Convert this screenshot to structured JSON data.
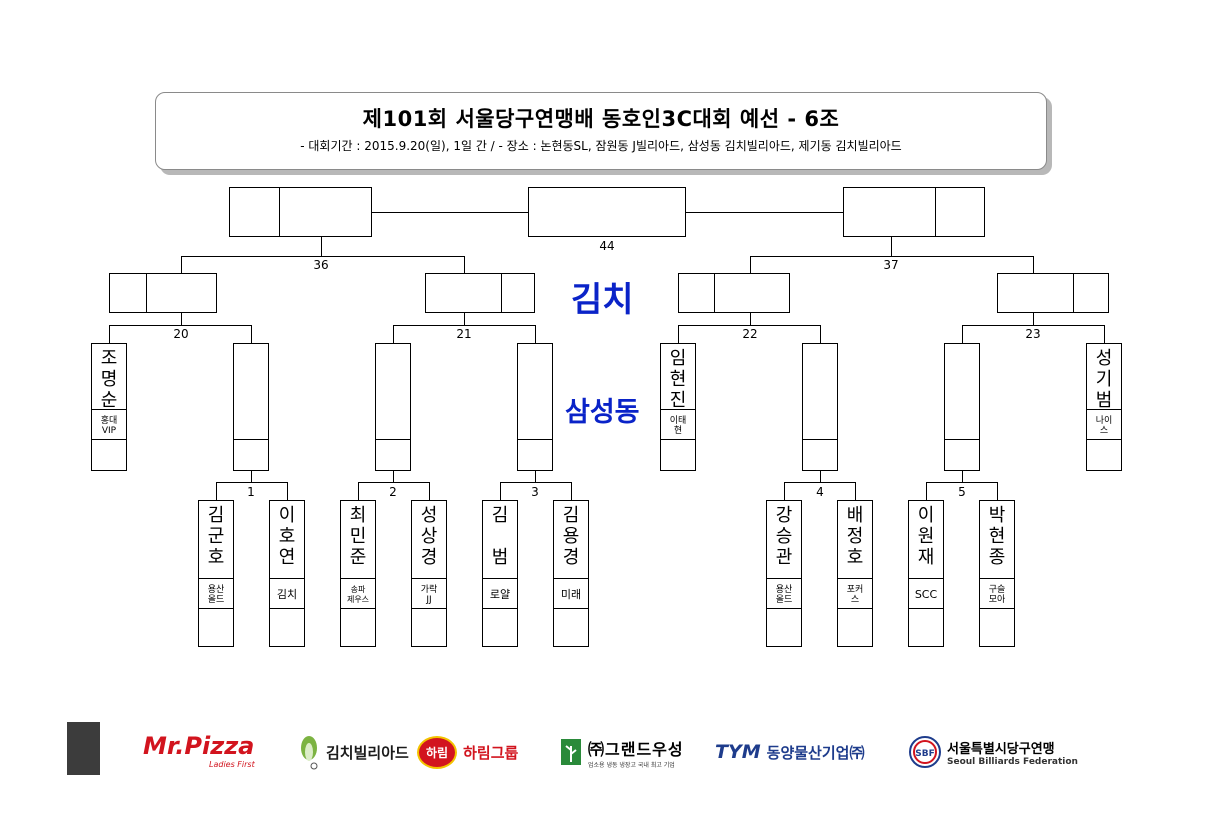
{
  "header": {
    "title": "제101회 서울당구연맹배 동호인3C대회 예선 - 6조",
    "subtitle": "- 대회기간 : 2015.9.20(일), 1일 간 / - 장소 : 논현동SL, 잠원동 J빌리아드, 삼성동 김치빌리아드, 제기동 김치빌리아드"
  },
  "venues": {
    "kimchi": "김치",
    "samseong": "삼성동"
  },
  "match_numbers": {
    "m1": "1",
    "m2": "2",
    "m3": "3",
    "m4": "4",
    "m5": "5",
    "m20": "20",
    "m21": "21",
    "m22": "22",
    "m23": "23",
    "m36": "36",
    "m37": "37",
    "m44": "44"
  },
  "players": [
    {
      "name": "조\n명\n순",
      "club": "홍대\nVIP"
    },
    {
      "name": "",
      "club": ""
    },
    {
      "name": "",
      "club": ""
    },
    {
      "name": "",
      "club": ""
    },
    {
      "name": "임\n현\n진",
      "club": "이태\n현"
    },
    {
      "name": "",
      "club": ""
    },
    {
      "name": "",
      "club": ""
    },
    {
      "name": "성\n기\n범",
      "club": "나이\n스"
    },
    {
      "name": "김\n군\n호",
      "club": "용산\n올드"
    },
    {
      "name": "이\n호\n연",
      "club": "김치"
    },
    {
      "name": "최\n민\n준",
      "club": "송파\n제우스"
    },
    {
      "name": "성\n상\n경",
      "club": "가락\nJJ"
    },
    {
      "name": "김\n\n범",
      "club": "로얄"
    },
    {
      "name": "김\n용\n경",
      "club": "미래"
    },
    {
      "name": "강\n승\n관",
      "club": "용산\n올드"
    },
    {
      "name": "배\n정\n호",
      "club": "포커\n스"
    },
    {
      "name": "이\n원\n재",
      "club": "SCC"
    },
    {
      "name": "박\n현\n종",
      "club": "구슬\n모아"
    }
  ],
  "sponsors": {
    "mrpizza": "Mr.Pizza",
    "mrpizza_tag": "Ladies First",
    "kimchi": "김치빌리아드",
    "harim_badge": "하림",
    "harim": "하림그룹",
    "grand": "㈜그랜드우성",
    "grand_sub": "업소용 냉동 냉장고 국내 최고 기업",
    "tym_mark": "TYM",
    "tym": "동양물산기업㈜",
    "sbf_mark": "SBF",
    "sbf": "서울특별시당구연맹",
    "sbf_en": "Seoul Billiards Federation"
  },
  "colors": {
    "venue_blue": "#0a23c8",
    "mrpizza_red": "#d2141e",
    "harim_red": "#d2141e",
    "tym_blue": "#1e3c8c",
    "grand_green": "#2a8a3a"
  }
}
